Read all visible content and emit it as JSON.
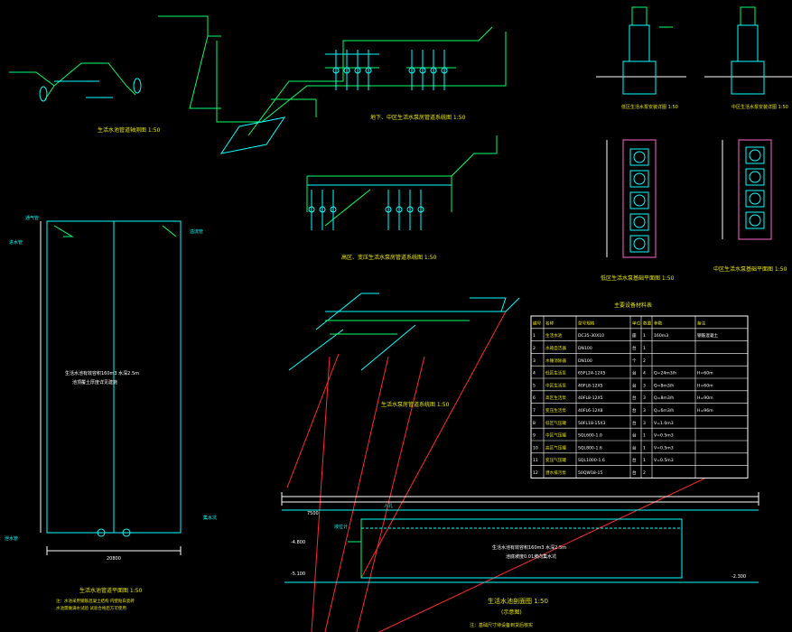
{
  "drawing_titles": {
    "top_left": "生活水池管道轴测图 1:50",
    "top_middle": "地下、中区生活水泵房管道系统图 1:50",
    "middle": "高区、变压生活水泵房管道系统图 1:50",
    "tank_plan": "生活水池管道平面图 1:50",
    "iso_bottom": "生活水泵房管道系统图 1:50",
    "pump_found_left": "低区生活水泵基础平面图 1:50",
    "pump_found_right": "中区生活水泵基础平面图 1:50",
    "section": "生活水池剖面图 1:50",
    "section_sub": "(示意图)"
  },
  "notes": {
    "tank_center": "生活水池有效容积160m3 水深2.5m",
    "tank_center2": "池顶覆土厚度详见建施",
    "section_center": "生活水池有效容积160m3 水深2.5m",
    "section_center2": "池底坡度0.01坡向集水坑",
    "tank_bottom1": "注：水池采用钢筋混凝土结构 内壁贴白瓷砖",
    "tank_bottom2": "水池需做满水试验 试验合格后方可使用",
    "pump_note": "注：基础尺寸待设备到货后核实"
  },
  "table": {
    "title": "主要设备材料表",
    "headers": [
      "编号",
      "名称",
      "型号规格",
      "单位",
      "数量",
      "参数",
      "备注"
    ],
    "rows": [
      [
        "1",
        "生活水池",
        "DC35-30X10",
        "座",
        "1",
        "160m3",
        "钢筋混凝土"
      ],
      [
        "2",
        "水箱自洁器",
        "DN100",
        "台",
        "1",
        "",
        ""
      ],
      [
        "3",
        "水锤消除器",
        "DN100",
        "个",
        "2",
        "",
        ""
      ],
      [
        "4",
        "低区生活泵",
        "65FL24-12X5",
        "台",
        "4",
        "Q=24m3/h",
        "H=60m"
      ],
      [
        "5",
        "中区生活泵",
        "40FL8-12X5",
        "台",
        "3",
        "Q=8m3/h",
        "H=60m"
      ],
      [
        "6",
        "高区生活泵",
        "40FL8-12X5",
        "台",
        "3",
        "Q=8m3/h",
        "H=90m"
      ],
      [
        "7",
        "变压生活泵",
        "40FL6-12X8",
        "台",
        "3",
        "Q=6m3/h",
        "H=96m"
      ],
      [
        "8",
        "低区气压罐",
        "50FL18-15X3",
        "台",
        "3",
        "V=1.0m3",
        ""
      ],
      [
        "9",
        "中区气压罐",
        "SQL600-1.0",
        "台",
        "1",
        "V=0.5m3",
        ""
      ],
      [
        "10",
        "高区气压罐",
        "SQL800-1.6",
        "台",
        "1",
        "V=0.5m3",
        ""
      ],
      [
        "11",
        "变压气压罐",
        "SQL1000-1.6",
        "台",
        "1",
        "V=0.5m3",
        ""
      ],
      [
        "12",
        "潜水排污泵",
        "50QW18-15",
        "台",
        "2",
        "",
        ""
      ]
    ]
  },
  "labels": {
    "water_in": "进水管",
    "overflow": "溢流管",
    "drain": "泄水管",
    "vent": "通气管",
    "level": "液位计",
    "manhole": "人孔",
    "sump": "集水坑",
    "elev1": "-4.800",
    "elev2": "-5.100",
    "elev3": "-2.300",
    "dim": "7500",
    "dim2": "20800"
  },
  "colors": {
    "bg": "#000000",
    "pipe": "#00ff66",
    "cyan": "#00ffff",
    "red": "#ff2a2a",
    "yellow": "#e8e600",
    "white": "#ffffff",
    "frame": "#ff66cc"
  }
}
